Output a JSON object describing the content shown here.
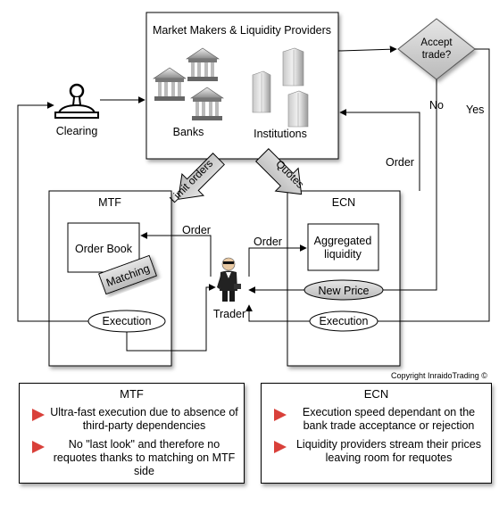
{
  "top_box": {
    "title": "Market Makers & Liquidity Providers",
    "banks_label": "Banks",
    "institutions_label": "Institutions"
  },
  "clearing": {
    "label": "Clearing"
  },
  "decision": {
    "line1": "Accept",
    "line2": "trade?",
    "no_label": "No",
    "yes_label": "Yes"
  },
  "arrows": {
    "limit_orders": "Limit orders",
    "quotes": "Quotes",
    "order_right": "Order",
    "order_mtf": "Order",
    "order_ecn": "Order"
  },
  "mtf": {
    "title": "MTF",
    "order_book": "Order Book",
    "matching": "Matching",
    "execution": "Execution"
  },
  "ecn": {
    "title": "ECN",
    "aggregated_line1": "Aggregated",
    "aggregated_line2": "liquidity",
    "new_price": "New Price",
    "execution": "Execution"
  },
  "trader": {
    "label": "Trader"
  },
  "copyright": "Copyright InraidoTrading ©",
  "notes": {
    "mtf": {
      "title": "MTF",
      "bullets": [
        "Ultra-fast execution due to absence of third-party dependencies",
        "No \"last look\" and therefore no requotes thanks to matching on MTF side"
      ]
    },
    "ecn": {
      "title": "ECN",
      "bullets": [
        "Execution speed dependant on the bank trade acceptance or rejection",
        "Liquidity providers stream their prices leaving room for requotes"
      ]
    }
  },
  "colors": {
    "bullet": "#d9403a",
    "building": "#9a9a9a"
  }
}
